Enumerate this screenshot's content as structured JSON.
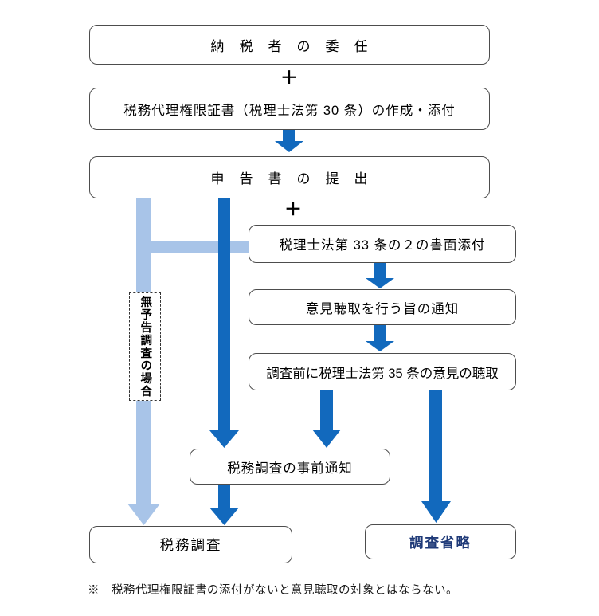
{
  "diagram": {
    "boxes": {
      "delegation": "納　税　者　の　委　任",
      "certificate": "税務代理権限証書（税理士法第 30 条）の作成・添付",
      "tax_return": "申　告　書　の　提　出",
      "attachment33": "税理士法第 33 条の２の書面添付",
      "hearing_notice": "意見聴取を行う旨の通知",
      "hearing35": "調査前に税理士法第 35 条の意見の聴取",
      "prenotice": "税務調査の事前通知",
      "audit": "税務調査",
      "omit": "調査省略",
      "no_notice_label": "無予告調査の場合"
    },
    "plus_sign": "＋",
    "footnote": "※　税務代理権限証書の添付がないと意見聴取の対象とはならない。",
    "colors": {
      "dark_arrow": "#1269bd",
      "dark_arrow_edge": "#0b559c",
      "light_arrow": "#a8c4e8",
      "omit_text": "#1f3a78",
      "box_border": "#4d4d4d"
    }
  }
}
